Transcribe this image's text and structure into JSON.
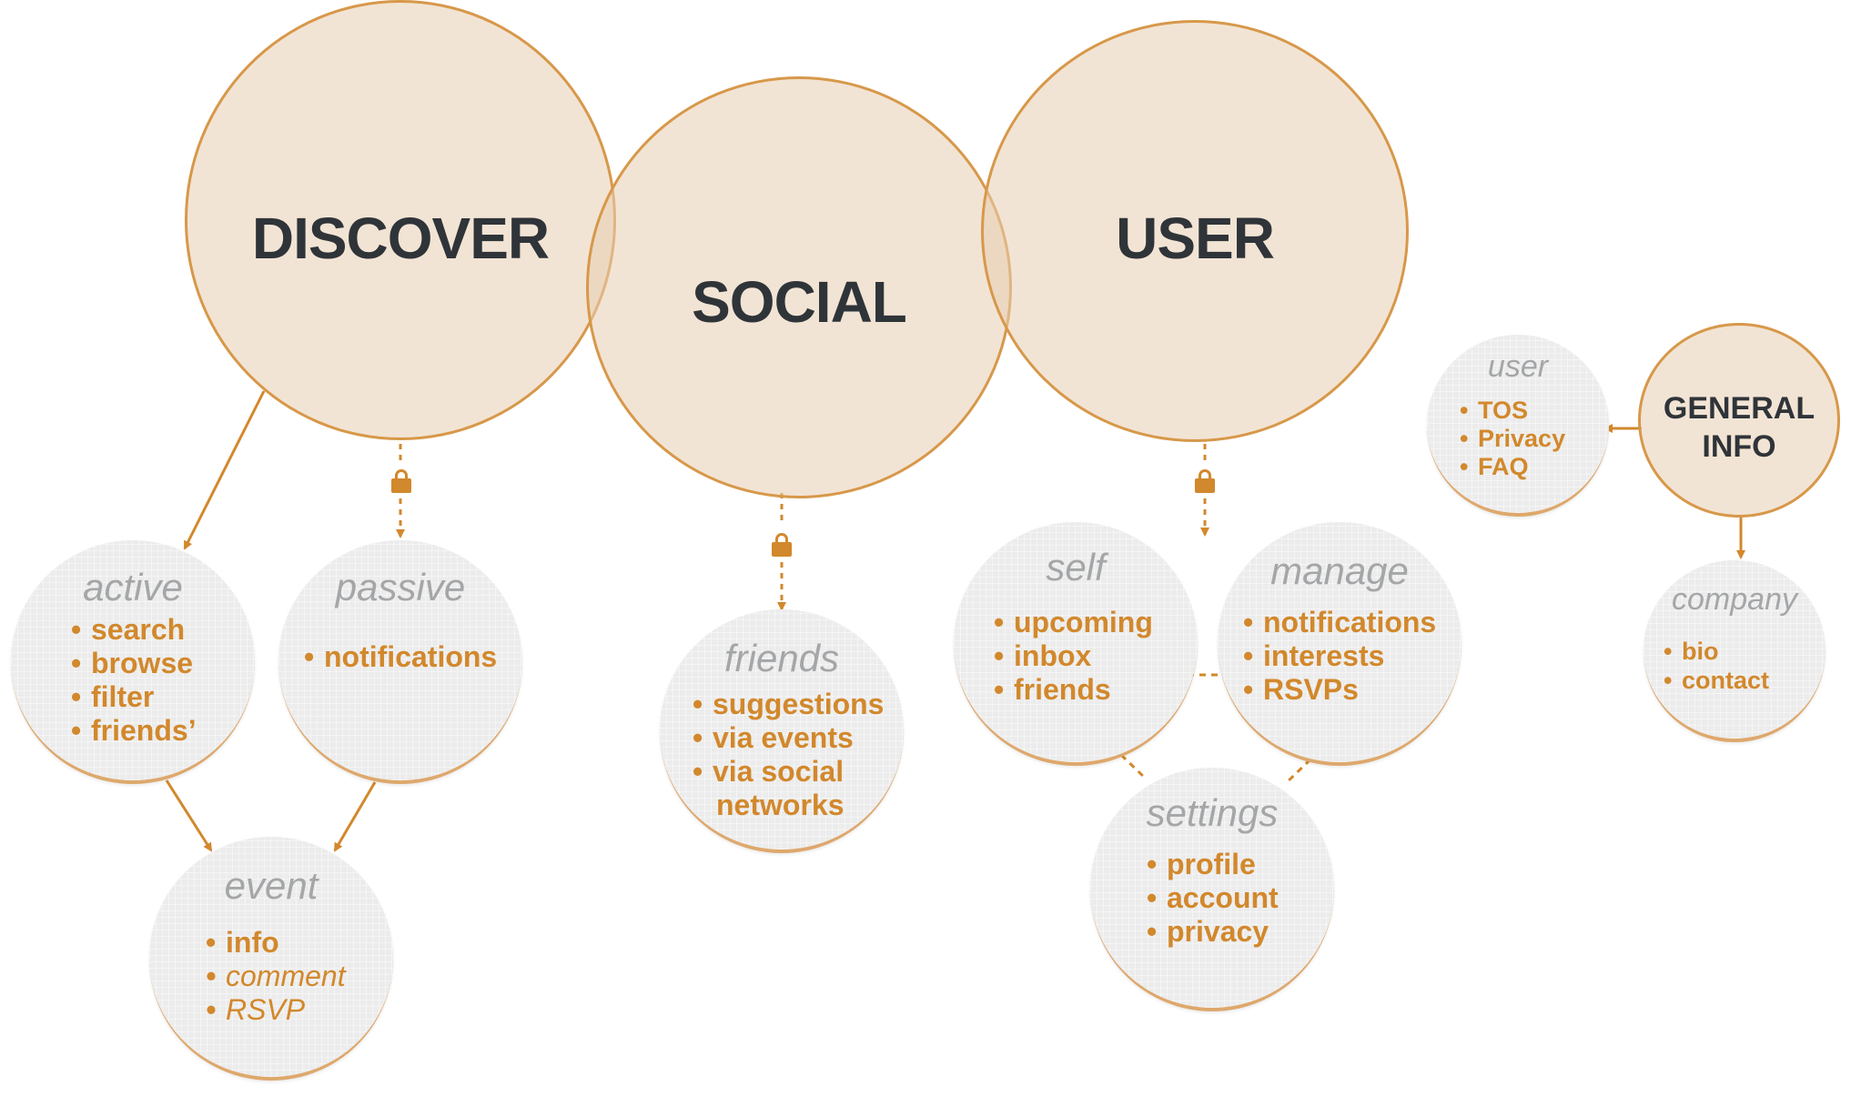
{
  "colors": {
    "accent": "#d2882c",
    "hub_fill": "#ecd3b6",
    "hub_border": "#d7984a",
    "node_fill": "#ececec",
    "title_gray": "#a4a6a8",
    "hub_text": "#2f3439"
  },
  "hubs": {
    "discover": "DISCOVER",
    "social": "SOCIAL",
    "user": "USER",
    "general_info": [
      "GENERAL",
      "INFO"
    ]
  },
  "nodes": {
    "active": {
      "title": "active",
      "items": [
        "search",
        "browse",
        "filter",
        "friends’"
      ]
    },
    "passive": {
      "title": "passive",
      "items": [
        "notifications"
      ]
    },
    "event": {
      "title": "event",
      "items": [
        "info",
        "comment",
        "RSVP"
      ]
    },
    "friends": {
      "title": "friends",
      "items": [
        "suggestions",
        "via events",
        "via social",
        "networks"
      ]
    },
    "self": {
      "title": "self",
      "items": [
        "upcoming",
        "inbox",
        "friends"
      ]
    },
    "manage": {
      "title": "manage",
      "items": [
        "notifications",
        "interests",
        "RSVPs"
      ]
    },
    "settings": {
      "title": "settings",
      "items": [
        "profile",
        "account",
        "privacy"
      ]
    },
    "user_info": {
      "title": "user",
      "items": [
        "TOS",
        "Privacy",
        "FAQ"
      ]
    },
    "company": {
      "title": "company",
      "items": [
        "bio",
        "contact"
      ]
    }
  },
  "icons": {
    "lock": "lock-icon",
    "bullet": "•"
  }
}
